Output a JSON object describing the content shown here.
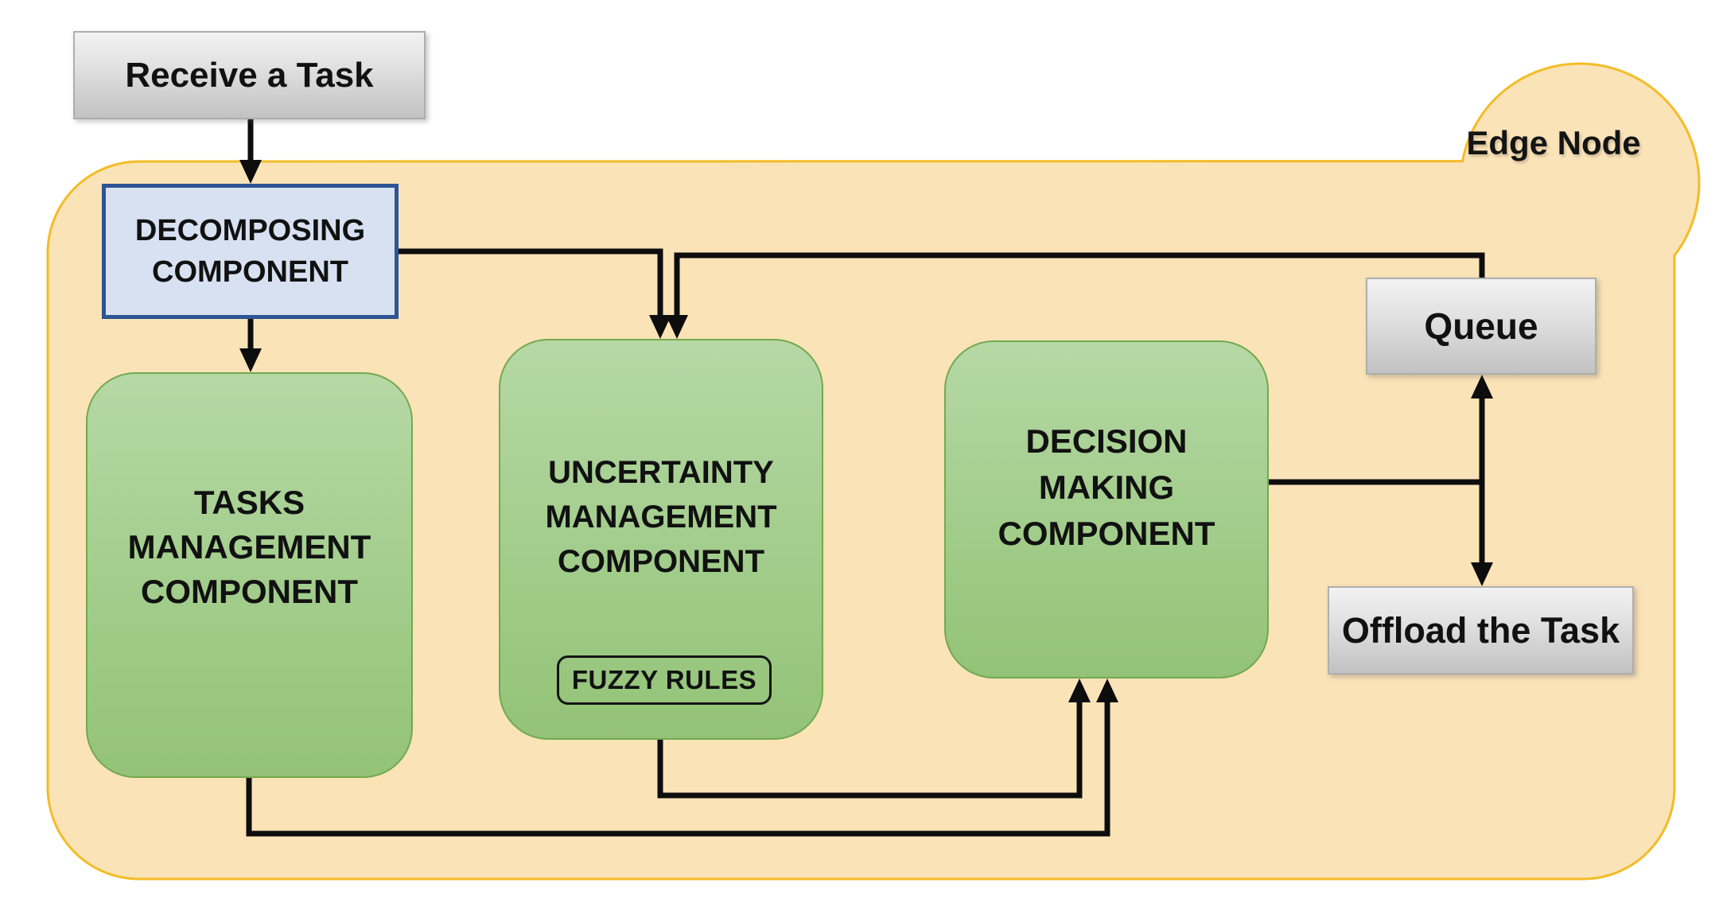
{
  "diagram": {
    "title": "Edge Node",
    "nodes": {
      "receive_task": {
        "label": "Receive a Task"
      },
      "decomposing": {
        "lines": [
          "DECOMPOSING",
          "COMPONENT"
        ]
      },
      "tasks_management": {
        "lines": [
          "TASKS",
          "MANAGEMENT",
          "COMPONENT"
        ]
      },
      "uncertainty_management": {
        "lines": [
          "UNCERTAINTY",
          "MANAGEMENT",
          "COMPONENT"
        ],
        "sub_label": "FUZZY RULES"
      },
      "decision_making": {
        "lines": [
          "DECISION",
          "MAKING",
          "COMPONENT"
        ]
      },
      "queue": {
        "label": "Queue"
      },
      "offload": {
        "label": "Offload the Task"
      }
    },
    "edges": [
      "Receive a Task -> Decomposing Component",
      "Decomposing Component -> Tasks Management Component",
      "Decomposing Component -> Uncertainty Management Component",
      "Queue -> Uncertainty Management Component",
      "Decision Making Component -> Queue / Offload junction",
      "Queue <-> Offload the Task",
      "Uncertainty Management Component -> Decision Making Component",
      "Tasks Management Component -> Decision Making Component"
    ],
    "colors": {
      "container_fill": "#fbe3b8",
      "container_border": "#f3bc27",
      "green_fill_top": "#b6d8a5",
      "green_fill_bottom": "#93c377",
      "green_border": "#73a94f",
      "blue_fill": "#d8e1f2",
      "blue_border": "#2e5494",
      "gray_fill_top": "#f2f2f2",
      "gray_fill_bottom": "#c2c2c2",
      "gray_border": "#aeaeae",
      "connector": "#0d0d0d"
    }
  }
}
